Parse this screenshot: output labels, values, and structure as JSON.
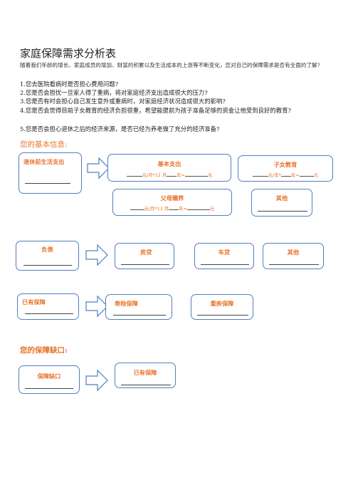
{
  "page": {
    "title": "家庭保障需求分析表",
    "intro": "随着我们年龄的增长、家庭成员的增加、财富的积累以及生活成本的上涨等不断变化，您对自己的保障需求是否有全面的了解?",
    "questions": [
      "1.您去医院看病时是否担心费用问题?",
      "2.您是否会担忧一旦家人得了重病，将对家庭经济支出造成很大的压力?",
      "3.您是否有时会担心自己发生意外或重病时，对家庭经济状况造成很大的影响?",
      "4.您是否会觉得目前子女教育的经济负担很重，希望能提前为孩子准备足够的资金让他受到良好的教育?",
      "5.您是否会担心退休之后的经济来源，是否已经为养老做了充分的经济准备?"
    ]
  },
  "basic": {
    "heading": "您的基本信息:",
    "retire_title": "退休前生活支出",
    "basic_title": "基本支出",
    "basic_f1": "元/月*12 月",
    "basic_f2": "年=",
    "basic_f3": "元",
    "child_title": "子女教育",
    "child_f1": "元/年*",
    "child_f2": "年=",
    "child_f3": "元",
    "parent_title": "父母赡养",
    "parent_f1": "元/月*12 月",
    "parent_f2": "年=",
    "parent_f3": "元",
    "other_title": "其他"
  },
  "debt": {
    "title": "负债",
    "house": "房贷",
    "car": "车贷",
    "other": "其他"
  },
  "insurance": {
    "title": "已有保障",
    "life": "寿险保障",
    "critical": "重疾保障"
  },
  "gap": {
    "heading": "您的保障缺口:",
    "gap_title": "保障缺口",
    "existing_title": "已有保障"
  },
  "colors": {
    "accent": "#e8742a",
    "border": "#4f7fbf"
  }
}
